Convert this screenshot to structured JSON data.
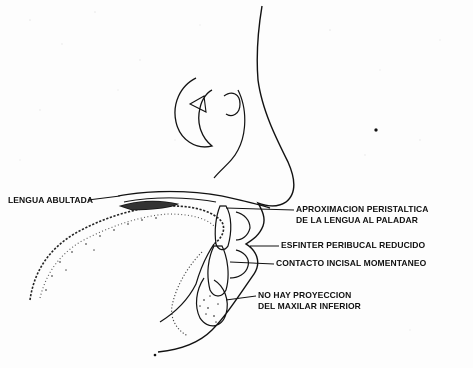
{
  "figure": {
    "labels": {
      "lengua_abultada": "LENGUA ABULTADA",
      "aproximacion_line1": "APROXIMACION PERISTALTICA",
      "aproximacion_line2": "DE LA LENGUA AL PALADAR",
      "esfinter": "ESFINTER PERIBUCAL REDUCIDO",
      "contacto": "CONTACTO INCISAL MOMENTANEO",
      "proyeccion_line1": "NO HAY PROYECCION",
      "proyeccion_line2": "DEL MAXILAR INFERIOR"
    },
    "ink_color": "#111111",
    "shading_color": "#555555"
  }
}
